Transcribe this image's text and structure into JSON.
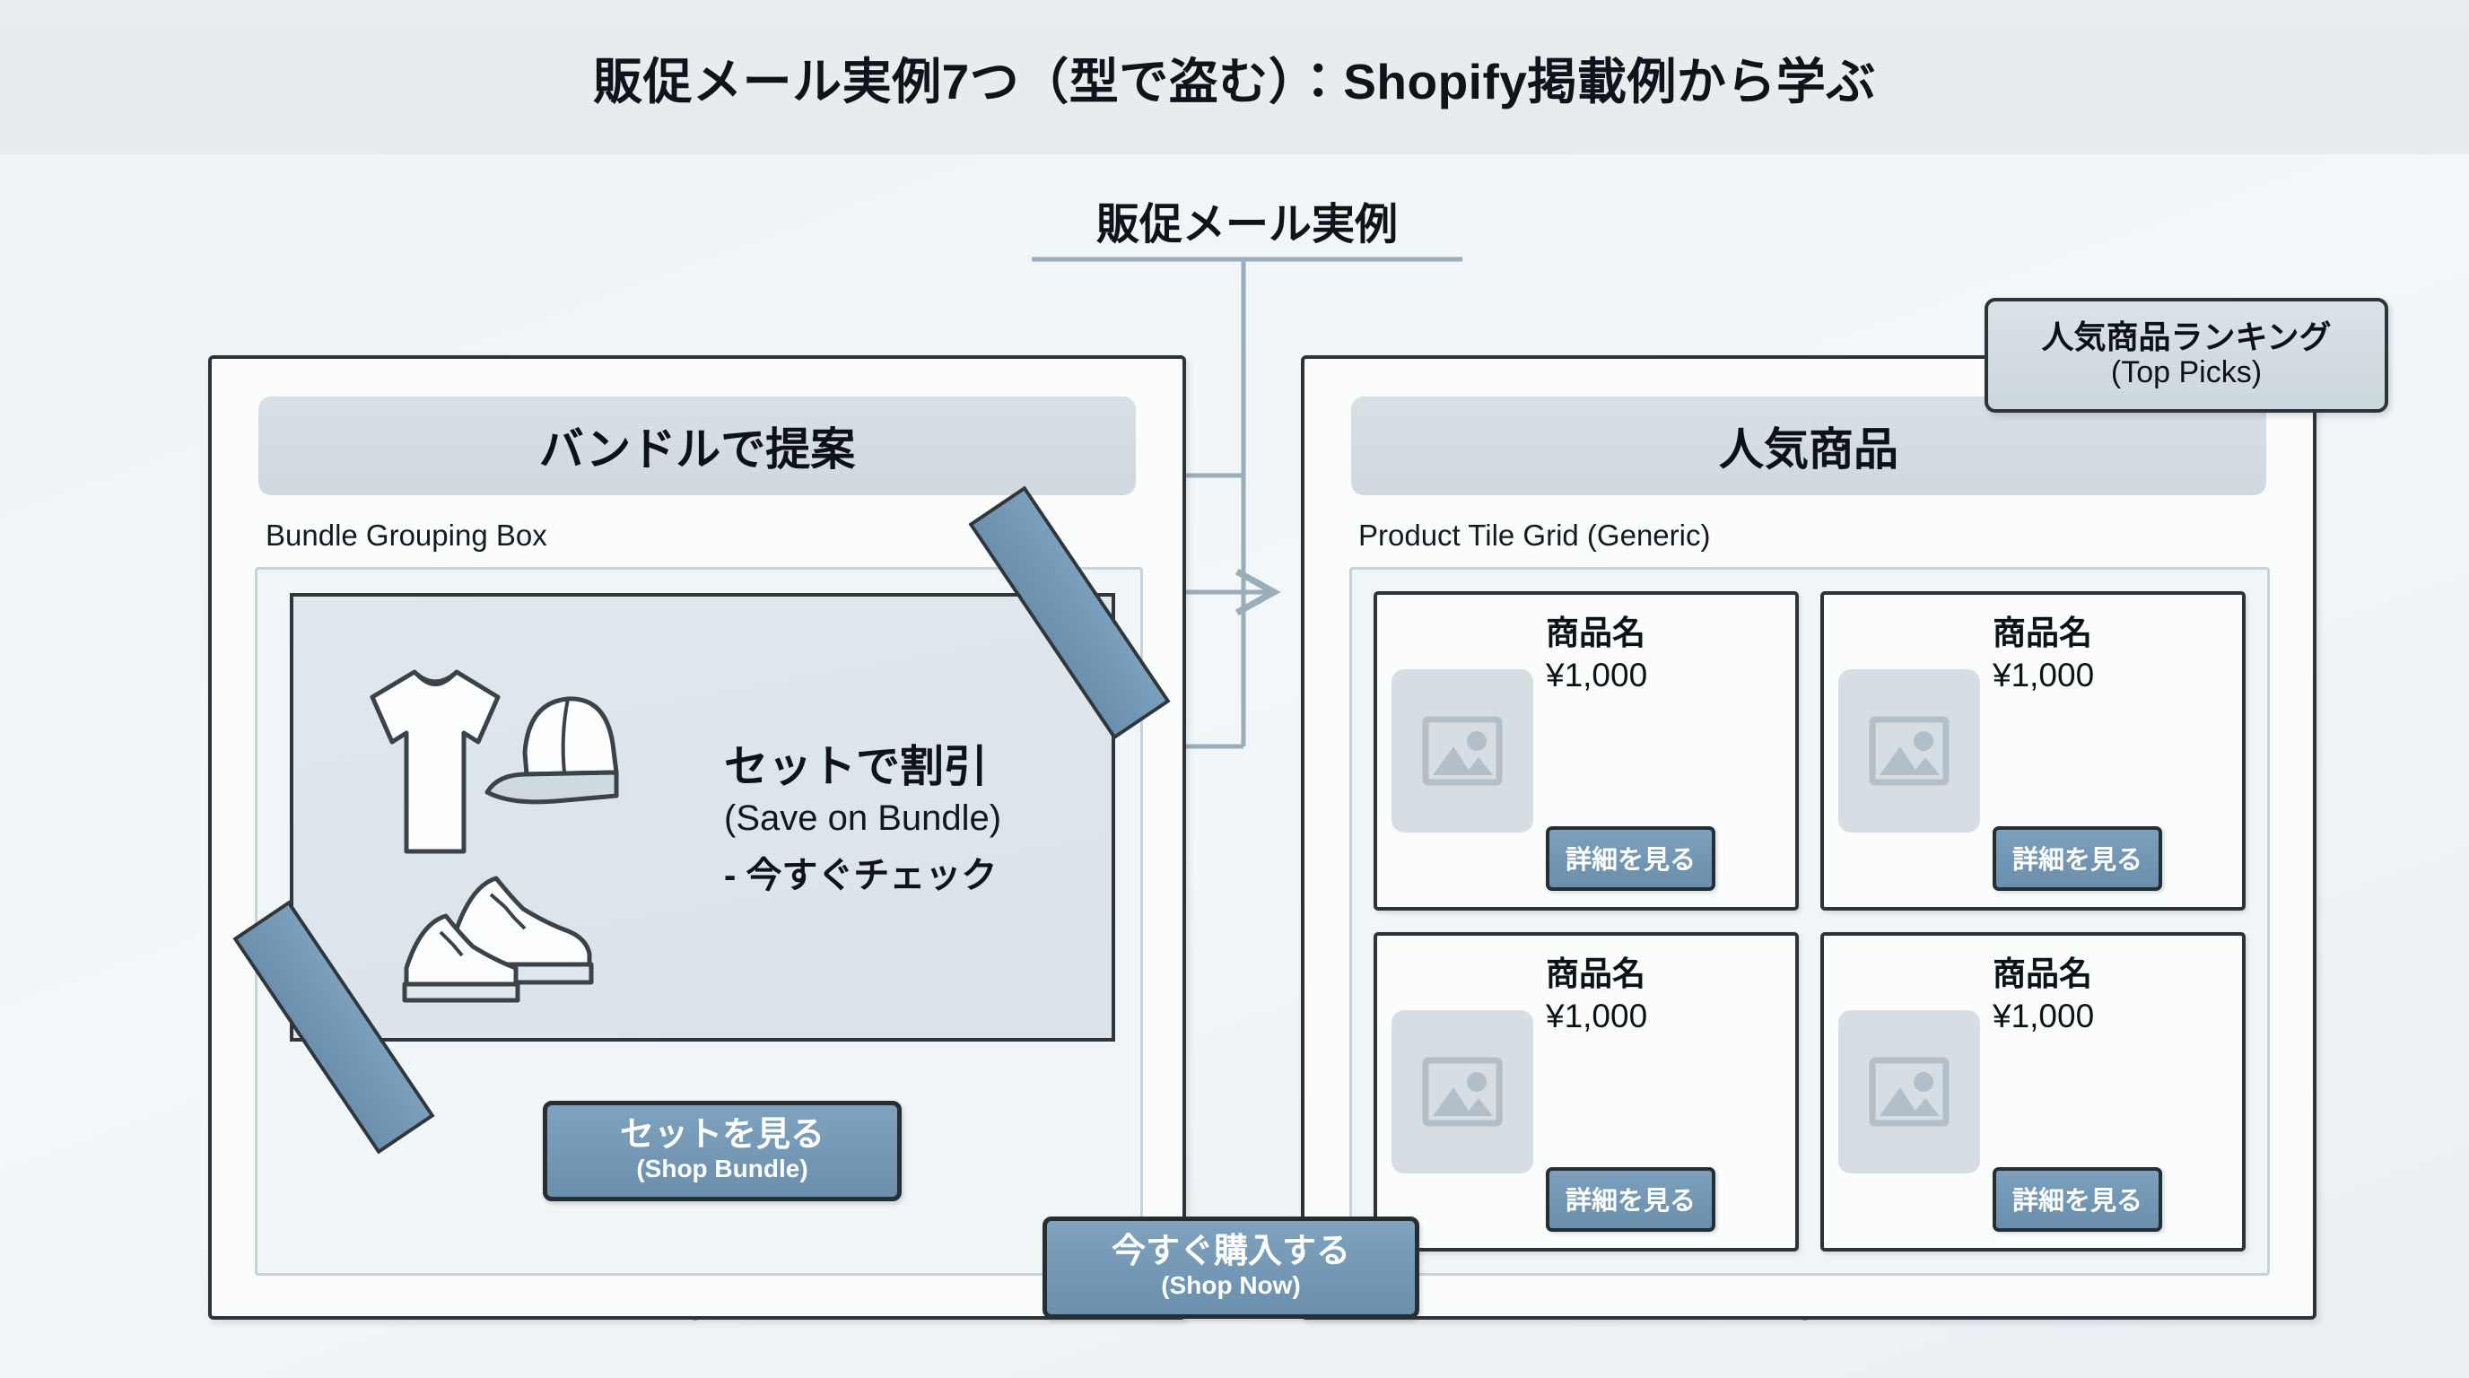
{
  "title_bar": {
    "title": "販促メール実例7つ（型で盗む）：Shopify掲載例から学ぶ"
  },
  "diagram": {
    "root_label": "販促メール実例",
    "left_panel": {
      "header": "バンドルで提案",
      "sublabel": "Bundle Grouping Box",
      "visual": {
        "headline_jp": "セットで割引",
        "headline_en": "(Save on Bundle)",
        "subline_jp": "- 今すぐチェック",
        "icons": [
          "tshirt-icon",
          "cap-icon",
          "sneaker-icon"
        ],
        "ribbon_color": "#6b90ae"
      },
      "cta": {
        "jp": "セットを見る",
        "en": "(Shop Bundle)"
      }
    },
    "right_panel": {
      "header": "人気商品",
      "sublabel": "Product Tile Grid (Generic)",
      "tiles": [
        {
          "name": "商品名",
          "price": "¥1,000",
          "button": "詳細を見る"
        },
        {
          "name": "商品名",
          "price": "¥1,000",
          "button": "詳細を見る"
        },
        {
          "name": "商品名",
          "price": "¥1,000",
          "button": "詳細を見る"
        },
        {
          "name": "商品名",
          "price": "¥1,000",
          "button": "詳細を見る"
        }
      ]
    },
    "callout": {
      "jp": "人気商品ランキング",
      "en": "(Top Picks)"
    },
    "bottom_cta": {
      "jp": "今すぐ購入する",
      "en": "(Shop Now)"
    },
    "colors": {
      "accent_blue": "#6a8fad",
      "outline": "#2c3439",
      "header_band": "#d3dde2",
      "canvas_bg": "#eef3f6",
      "title_bar_bg": "#e8edef",
      "edge_line": "#9aaeb9"
    }
  }
}
